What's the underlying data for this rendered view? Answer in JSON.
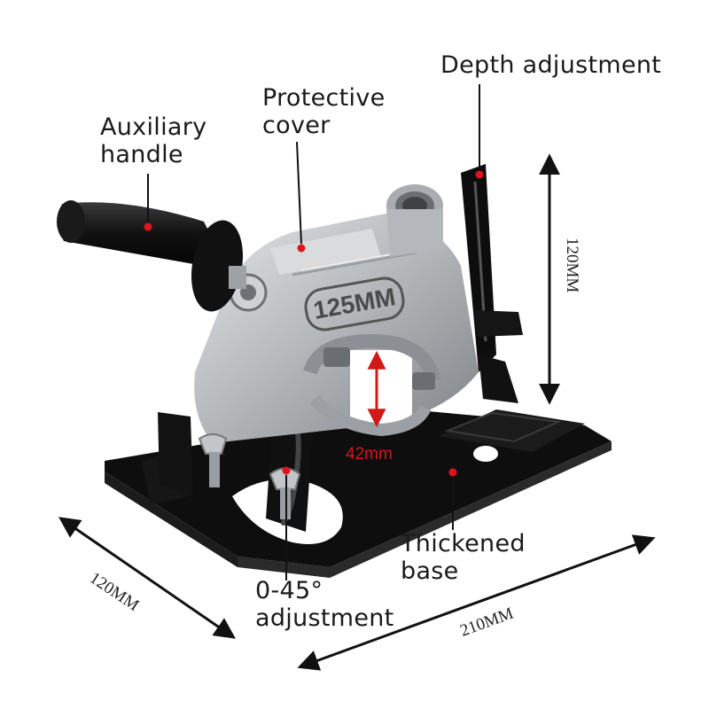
{
  "labels": {
    "auxiliary_handle": [
      "Auxiliary",
      "handle"
    ],
    "protective_cover": [
      "Protective",
      "cover"
    ],
    "depth_adjustment": "Depth adjustment",
    "thickened_base": [
      "Thickened",
      "base"
    ],
    "angle_adjustment": [
      "0-45°",
      "adjustment"
    ]
  },
  "dimensions": {
    "height": "120MM",
    "depth": "120MM",
    "length": "210MM",
    "opening": "42mm"
  },
  "cover_marking": "125MM",
  "colors": {
    "marker": "#e0141e",
    "dimension_red": "#d01a1a",
    "base": "#111111",
    "metal": "#b9bcbf"
  }
}
